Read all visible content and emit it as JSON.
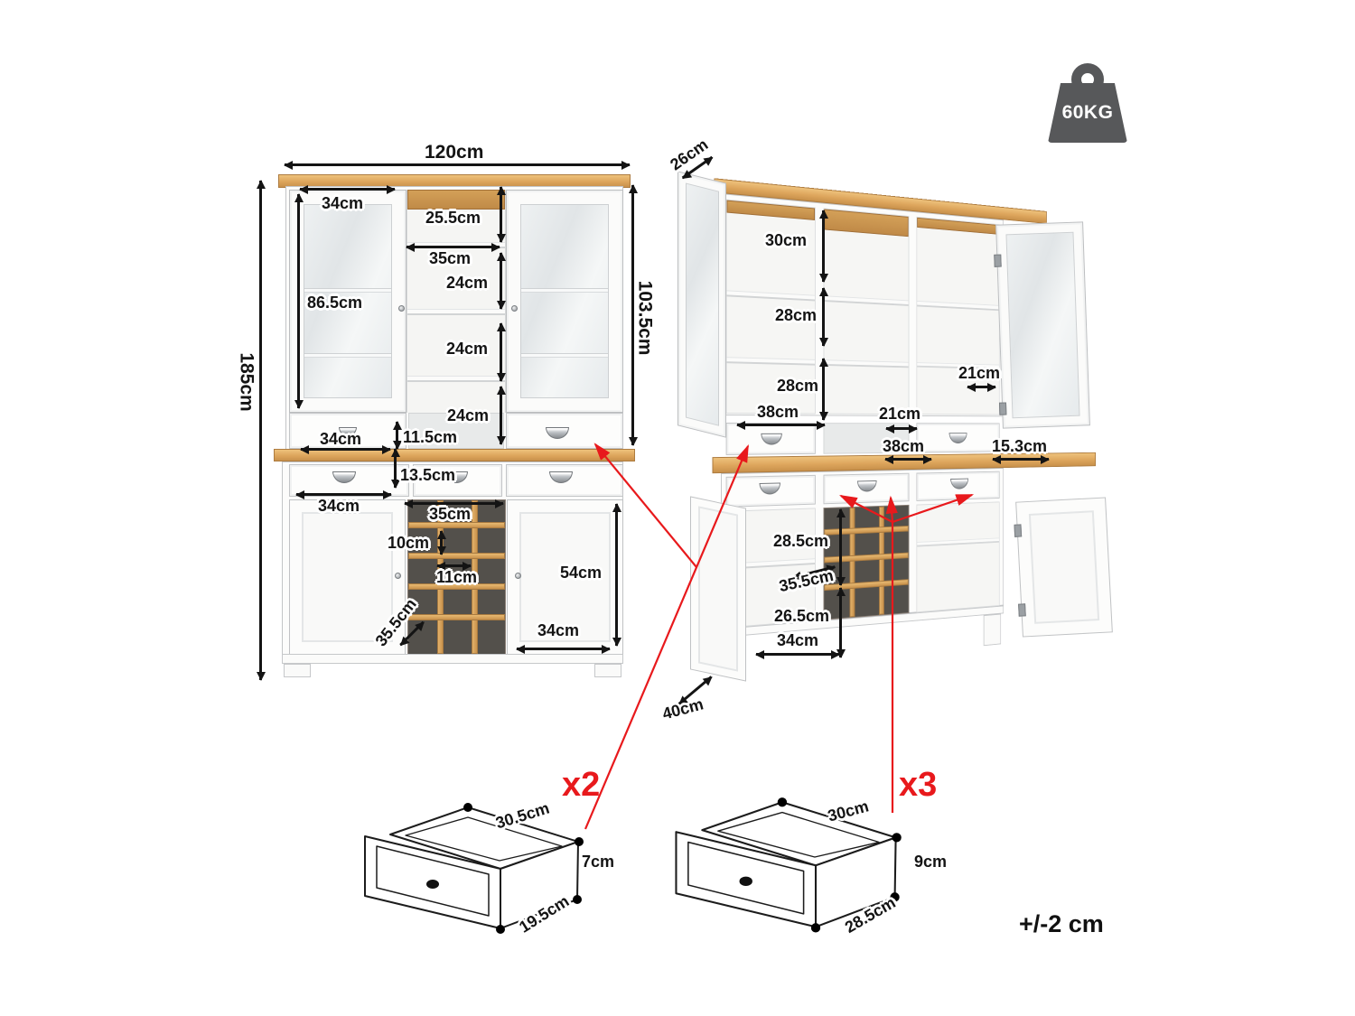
{
  "badge": {
    "weight": "60KG"
  },
  "note": "+/-2 cm",
  "callouts": {
    "hutch_drawers": "x2",
    "base_drawers": "x3"
  },
  "front_view": {
    "overall_width": "120cm",
    "overall_height": "185cm",
    "hutch_height": "103.5cm",
    "hutch_door_width": "34cm",
    "hutch_top_gap_height": "25.5cm",
    "hutch_shelf_width": "35cm",
    "hutch_shelf1_height": "24cm",
    "hutch_door_height": "86.5cm",
    "hutch_shelf2_height": "24cm",
    "hutch_shelf3_height": "24cm",
    "hutch_drawer_width": "34cm",
    "hutch_drawer_height": "11.5cm",
    "base_drawer_height": "13.5cm",
    "base_left_door_width": "34cm",
    "wine_rack_width": "35cm",
    "wine_cell_height": "10cm",
    "wine_cell_width": "11cm",
    "base_door_height": "54cm",
    "wine_rack_depth": "35.5cm",
    "base_right_door_width": "34cm"
  },
  "open_view": {
    "hutch_depth": "26cm",
    "hutch_shelf_top_height": "30cm",
    "hutch_shelf_mid_height": "28cm",
    "hutch_shelf_bottom_height": "28cm",
    "hutch_left_col_width": "38cm",
    "hutch_right_shelf_depth": "21cm",
    "hutch_center_gap": "21cm",
    "hutch_center_width": "38cm",
    "hutch_drawer_depth": "15.3cm",
    "base_top_shelf_height": "28.5cm",
    "base_shelf_depth": "35.5cm",
    "base_bottom_shelf_height": "26.5cm",
    "base_door_width": "34cm",
    "base_depth": "40cm"
  },
  "small_drawer": {
    "width": "30.5cm",
    "height": "7cm",
    "depth": "19.5cm"
  },
  "large_drawer": {
    "width": "30cm",
    "height": "9cm",
    "depth": "28.5cm"
  },
  "colors": {
    "wood": "#dda55c",
    "red_accent": "#e8191c",
    "weight_gray": "#57585a"
  }
}
